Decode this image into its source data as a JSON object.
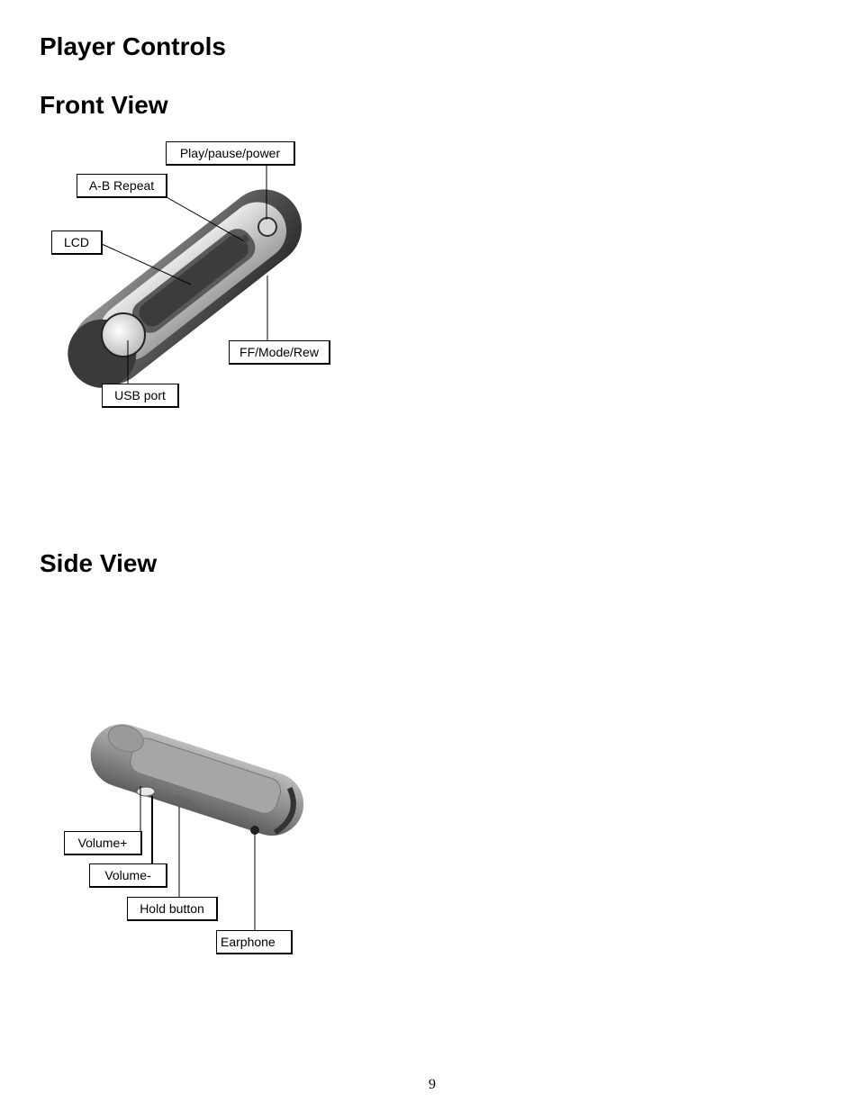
{
  "title": "Player Controls",
  "sections": {
    "front": {
      "heading": "Front View",
      "labels": {
        "play_pause_power": "Play/pause/power",
        "ab_repeat": "A-B Repeat",
        "lcd": "LCD",
        "ff_mode_rew": "FF/Mode/Rew",
        "usb_port": "USB port"
      }
    },
    "side": {
      "heading": "Side View",
      "labels": {
        "volume_plus": "Volume+",
        "volume_minus": "Volume-",
        "hold_button": "Hold button",
        "earphone": "Earphone"
      }
    }
  },
  "page_number": "9"
}
